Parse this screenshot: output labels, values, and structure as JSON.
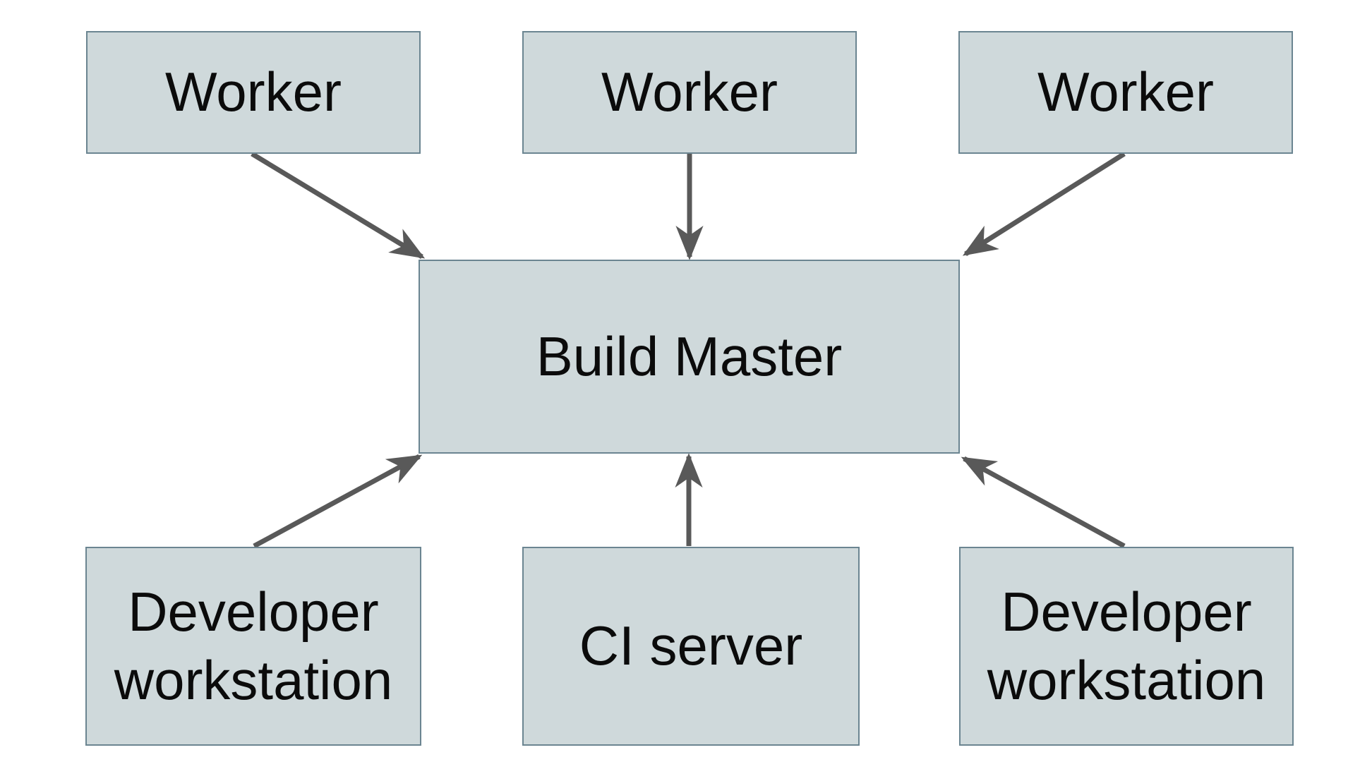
{
  "diagram": {
    "background_color": "#ffffff",
    "node_fill_color": "#cfd9db",
    "node_border_color": "#6b8591",
    "node_text_color": "#0b0b0b",
    "arrow_color": "#595959",
    "nodes": {
      "worker_left": {
        "label": "Worker"
      },
      "worker_center": {
        "label": "Worker"
      },
      "worker_right": {
        "label": "Worker"
      },
      "build_master": {
        "label": "Build Master"
      },
      "dev_workstation_left": {
        "label": "Developer workstation"
      },
      "ci_server": {
        "label": "CI server"
      },
      "dev_workstation_right": {
        "label": "Developer workstation"
      }
    },
    "edges": [
      {
        "from": "worker_left",
        "to": "build_master",
        "direction": "down-right"
      },
      {
        "from": "worker_center",
        "to": "build_master",
        "direction": "down"
      },
      {
        "from": "worker_right",
        "to": "build_master",
        "direction": "down-left"
      },
      {
        "from": "dev_workstation_left",
        "to": "build_master",
        "direction": "up-right"
      },
      {
        "from": "ci_server",
        "to": "build_master",
        "direction": "up"
      },
      {
        "from": "dev_workstation_right",
        "to": "build_master",
        "direction": "up-left"
      }
    ]
  }
}
